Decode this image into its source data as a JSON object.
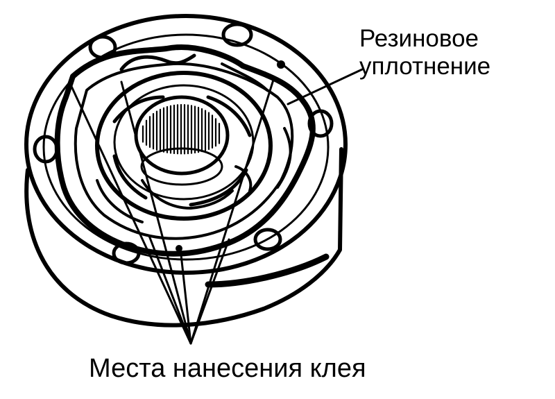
{
  "labels": {
    "seal_line1": "Резиновое",
    "seal_line2": "уплотнение",
    "glue_points": "Места нанесения клея"
  },
  "colors": {
    "ink": "#000000",
    "paper": "#ffffff"
  }
}
